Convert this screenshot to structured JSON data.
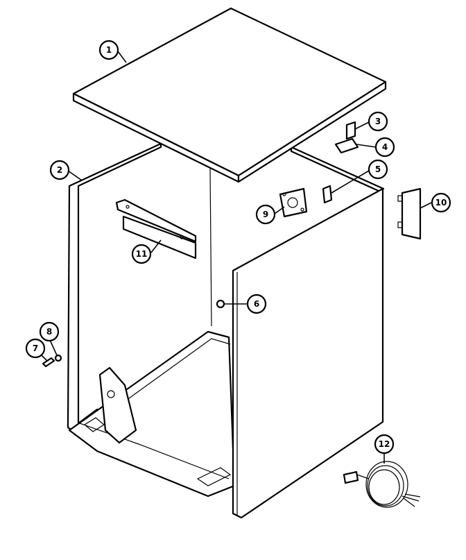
{
  "callouts": [
    {
      "id": "c1",
      "label": "1",
      "part": "top panel"
    },
    {
      "id": "c2",
      "label": "2",
      "part": "cabinet"
    },
    {
      "id": "c3",
      "label": "3",
      "part": "clip"
    },
    {
      "id": "c4",
      "label": "4",
      "part": "hinge"
    },
    {
      "id": "c5",
      "label": "5",
      "part": "clip"
    },
    {
      "id": "c6",
      "label": "6",
      "part": "plug button"
    },
    {
      "id": "c7",
      "label": "7",
      "part": "screw"
    },
    {
      "id": "c8",
      "label": "8",
      "part": "washer"
    },
    {
      "id": "c9",
      "label": "9",
      "part": "bracket"
    },
    {
      "id": "c10",
      "label": "10",
      "part": "side bracket"
    },
    {
      "id": "c11",
      "label": "11",
      "part": "rear bracket"
    },
    {
      "id": "c12",
      "label": "12",
      "part": "power cord"
    }
  ],
  "colors": {
    "line": "#000000",
    "background": "#ffffff"
  }
}
